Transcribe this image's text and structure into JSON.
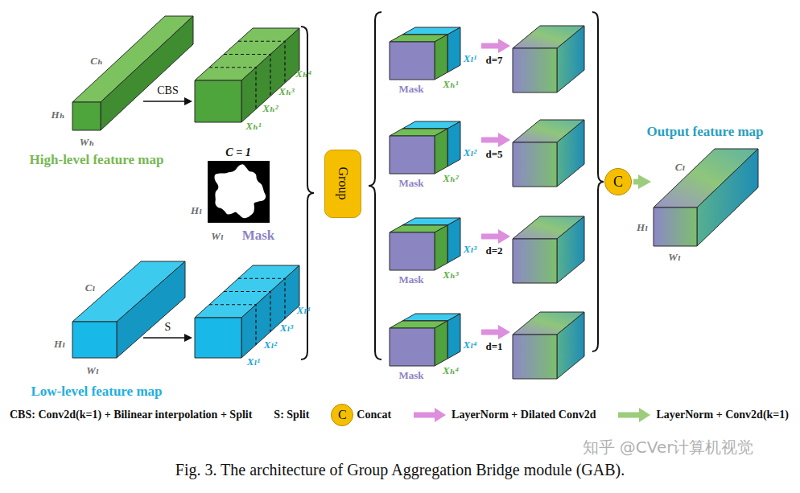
{
  "diagram": {
    "caption": "Fig. 3. The architecture of Group Aggregation Bridge module (GAB).",
    "nodes": [
      {
        "text": [
          "Cₕ",
          "Hₕ",
          "Wₕ",
          "High-level feature map"
        ]
      },
      {
        "text": [
          "Xₕ¹",
          "Xₕ²",
          "Xₕ³",
          "Xₕ⁴"
        ]
      },
      {
        "text": [
          "C = 1",
          "Hₗ",
          "Wₗ",
          "Mask"
        ]
      },
      {
        "text": [
          "Cₗ",
          "Hₗ",
          "Wₗ",
          "Low-level feature map"
        ]
      },
      {
        "text": [
          "Xₗ¹",
          "Xₗ²",
          "Xₗ³",
          "Xₗ⁴"
        ]
      },
      {
        "text": [
          "Group"
        ]
      },
      {
        "text": [
          "Xₗ¹",
          "Xₕ¹",
          "Mask"
        ]
      },
      {
        "text": [
          "Xₗ²",
          "Xₕ²",
          "Mask"
        ]
      },
      {
        "text": [
          "Xₗ³",
          "Xₕ³",
          "Mask"
        ]
      },
      {
        "text": [
          "Xₗ⁴",
          "Xₕ⁴",
          "Mask"
        ]
      },
      {
        "text": [
          "C"
        ]
      },
      {
        "text": [
          "Cₗ",
          "Hₗ",
          "Wₗ",
          "Output feature map"
        ]
      }
    ],
    "edges": [
      {
        "from": 0,
        "to": 1,
        "label": "CBS",
        "arrow": "to"
      },
      {
        "from": 3,
        "to": 4,
        "label": "S",
        "arrow": "to"
      },
      {
        "from": 10,
        "to": 11,
        "arrow": "to"
      }
    ],
    "labels": [
      "d=7",
      "d=5",
      "d=2",
      "d=1",
      "C",
      "知乎 @CVer计算机视觉"
    ],
    "legend": [
      {
        "text": "CBS: Conv2d(k=1) + Bilinear interpolation + Split"
      },
      {
        "text": "S: Split"
      },
      {
        "text": "Concat"
      },
      {
        "text": "LayerNorm + Dilated Conv2d",
        "color": "#dd8edd"
      },
      {
        "text": "LayerNorm + Conv2d(k=1)",
        "color": "#9ccc7c"
      }
    ]
  }
}
